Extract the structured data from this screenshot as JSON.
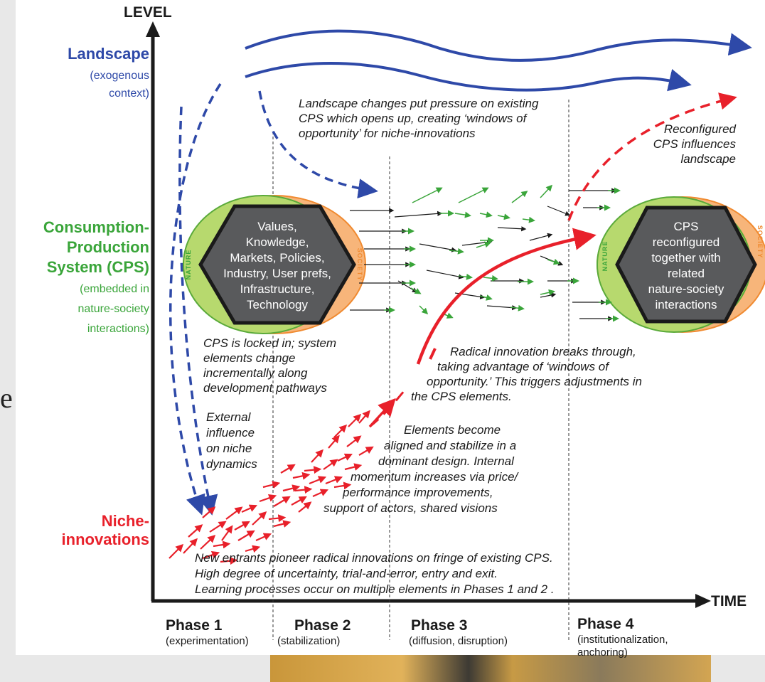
{
  "axes": {
    "y_label": "LEVEL",
    "x_label": "TIME"
  },
  "levels": {
    "landscape": {
      "title": "Landscape",
      "sub": [
        "(exogenous",
        "context)"
      ]
    },
    "cps": {
      "title": [
        "Consumption-",
        "Production",
        "System (CPS)"
      ],
      "sub": [
        "(embedded in",
        "nature-society",
        "interactions)"
      ]
    },
    "niche": {
      "title": [
        "Niche-",
        "innovations"
      ]
    }
  },
  "hexagon_left": {
    "lines": [
      "Values,",
      "Knowledge,",
      "Markets, Policies,",
      "Industry, User prefs,",
      "Infrastructure,",
      "Technology"
    ]
  },
  "hexagon_right": {
    "lines": [
      "CPS",
      "reconfigured",
      "together with",
      "related",
      "nature-society",
      "interactions"
    ]
  },
  "ring_labels": {
    "nature": "NATURE",
    "society": "SOCIETY"
  },
  "annotations": {
    "landscape_pressure": [
      "Landscape changes put pressure on existing",
      "CPS which opens up, creating ‘windows of",
      "opportunity’ for niche-innovations"
    ],
    "reconfigured": [
      "Reconfigured",
      "CPS influences",
      "landscape"
    ],
    "locked_in": [
      "CPS is locked in; system",
      "elements change",
      "incrementally along",
      "development pathways"
    ],
    "breakthrough": [
      "Radical innovation breaks through,",
      "taking advantage of ‘windows of",
      "opportunity.’  This triggers adjustments in",
      "the CPS elements."
    ],
    "external": [
      "External",
      "influence",
      "on niche",
      "dynamics"
    ],
    "aligned": [
      "Elements become",
      "aligned and stabilize in a",
      "dominant design.  Internal",
      "momentum increases via price/",
      "performance improvements,",
      "support of  actors, shared visions"
    ],
    "new_entrants": [
      "New entrants pioneer radical innovations on fringe of existing CPS.",
      "High degree of uncertainty, trial-and-error, entry and exit.",
      "Learning processes occur on multiple elements in Phases 1 and 2 ."
    ]
  },
  "phases": [
    {
      "name": "Phase 1",
      "sub": [
        "(experimentation)"
      ]
    },
    {
      "name": "Phase 2",
      "sub": [
        "(stabilization)"
      ]
    },
    {
      "name": "Phase 3",
      "sub": [
        "(diffusion, disruption)"
      ]
    },
    {
      "name": "Phase 4",
      "sub": [
        "(institutionalization,",
        "anchoring)"
      ]
    }
  ],
  "edge_text": "e",
  "colors": {
    "blue": "#2e49a8",
    "green": "#3aa53a",
    "red": "#e8202a",
    "dark": "#1a1a1a",
    "hex_fill": "#595a5c",
    "ring_green": "#a8cf5a",
    "ring_orange": "#f39a4a"
  }
}
